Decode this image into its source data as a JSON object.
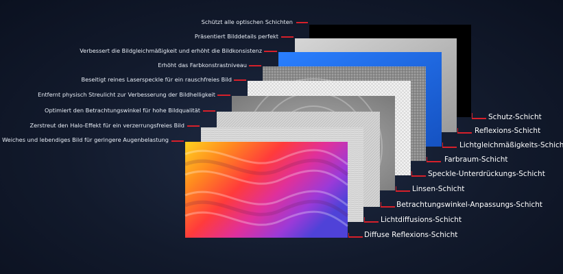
{
  "layers": [
    {
      "id": "schutz",
      "right_label": "Schutz-Schicht",
      "left_label": "Schützt alle optischen Schichten",
      "fill": "#000000"
    },
    {
      "id": "reflexions",
      "right_label": "Reflexions-Schicht",
      "left_label": "Präsentiert Bilddetails perfekt",
      "fill": "#bdbdbd"
    },
    {
      "id": "lichtgleich",
      "right_label": "Lichtgleichmäßigkeits-Schicht",
      "left_label": "Verbessert die Bildgleichmäßigkeit und erhöht die Bildkonsistenz",
      "fill": "#1f6fe0"
    },
    {
      "id": "farbraum",
      "right_label": "Farbraum-Schicht",
      "left_label": "Erhöht das Farbkonstrastniveau",
      "fill": "#7a7a7a"
    },
    {
      "id": "speckle",
      "right_label": "Speckle-Unterdrückungs-Schicht",
      "left_label": "Beseitigt reines Laserspeckle für ein rauschfreies Bild",
      "fill": "#f2f2f2"
    },
    {
      "id": "linsen",
      "right_label": "Linsen-Schicht",
      "left_label": "Entfernt physisch Streulicht zur Verbesserung der Bildhelligkeit",
      "fill": "#9e9e9e"
    },
    {
      "id": "betrachtung",
      "right_label": "Betrachtungswinkel-Anpassungs-Schicht",
      "left_label": "Optimiert den Betrachtungswinkel für hohe Bildqualität",
      "fill": "#e6e6e6"
    },
    {
      "id": "lichtdiff",
      "right_label": "Lichtdiffusions-Schicht",
      "left_label": "Zerstreut den Halo-Effekt für ein verzerrungsfreies Bild",
      "fill": "#d9d9d9"
    },
    {
      "id": "diffuse",
      "right_label": "Diffuse Reflexions-Schicht",
      "left_label": "Weiches und lebendiges Bild für geringere Augenbelastung",
      "fill": "#ff6a3d"
    }
  ],
  "colors": {
    "accent": "#d8202a",
    "label": "#ffffff"
  }
}
